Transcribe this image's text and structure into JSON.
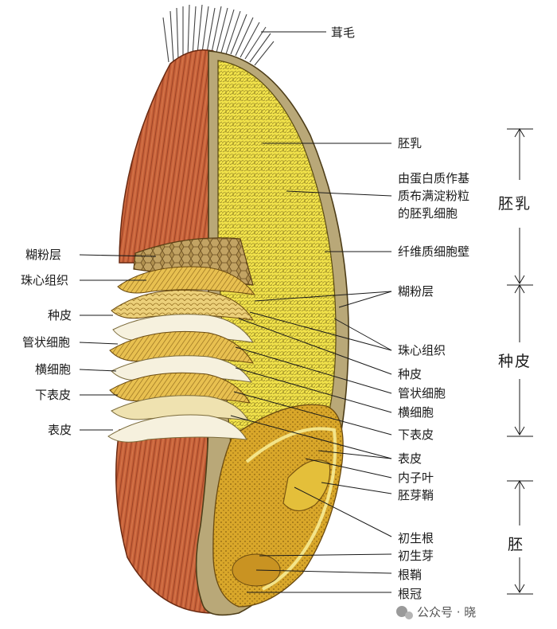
{
  "labels": {
    "top": "茸毛",
    "right": [
      "胚乳",
      "由蛋白质作基",
      "质布满淀粉粒",
      "的胚乳细胞",
      "纤维质细胞壁",
      "糊粉层",
      "珠心组织",
      "种皮",
      "管状细胞",
      "横细胞",
      "下表皮",
      "表皮",
      "内子叶",
      "胚芽鞘",
      "初生根",
      "初生芽",
      "根鞘",
      "根冠"
    ],
    "left": [
      "糊粉层",
      "珠心组织",
      "种皮",
      "管状细胞",
      "横细胞",
      "下表皮",
      "表皮"
    ]
  },
  "sections": [
    {
      "name": "胚乳"
    },
    {
      "name": "种皮"
    },
    {
      "name": "胚"
    }
  ],
  "watermark": "公众号 · 晓",
  "colors": {
    "pericarp": "#c8623a",
    "endosperm": "#f1e24a",
    "embryo": "#d9a72a",
    "aleurone": "#a8864a",
    "white": "#f6f1de"
  }
}
